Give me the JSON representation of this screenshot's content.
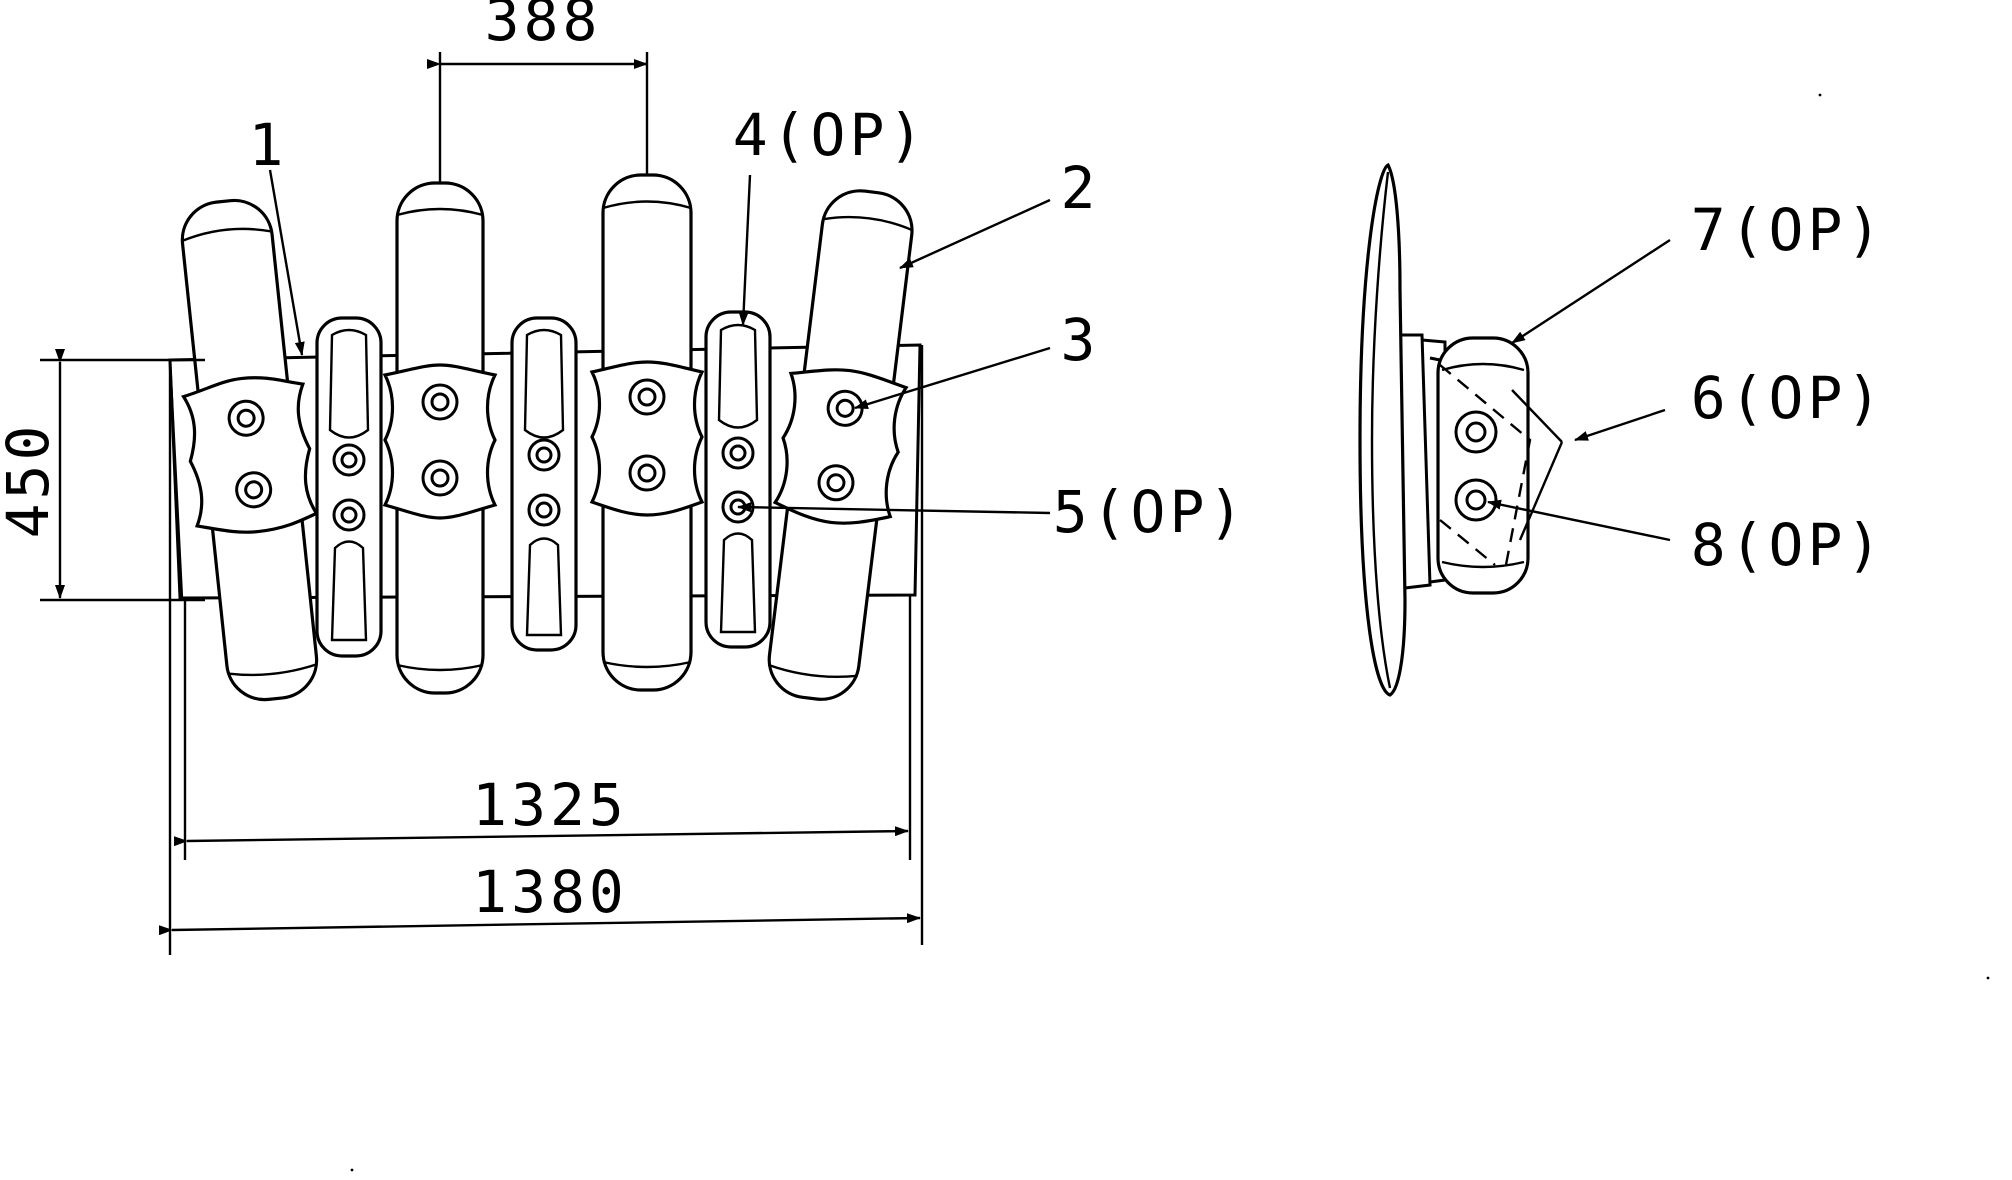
{
  "front_view": {
    "dim_top": "388",
    "dim_height": "450",
    "dim_inner_width": "1325",
    "dim_outer_width": "1380"
  },
  "callouts": {
    "c1": "1",
    "c2": "2",
    "c3": "3",
    "c4": "4(OP)",
    "c5": "5(OP)",
    "c6": "6(OP)",
    "c7": "7(OP)",
    "c8": "8(OP)"
  }
}
